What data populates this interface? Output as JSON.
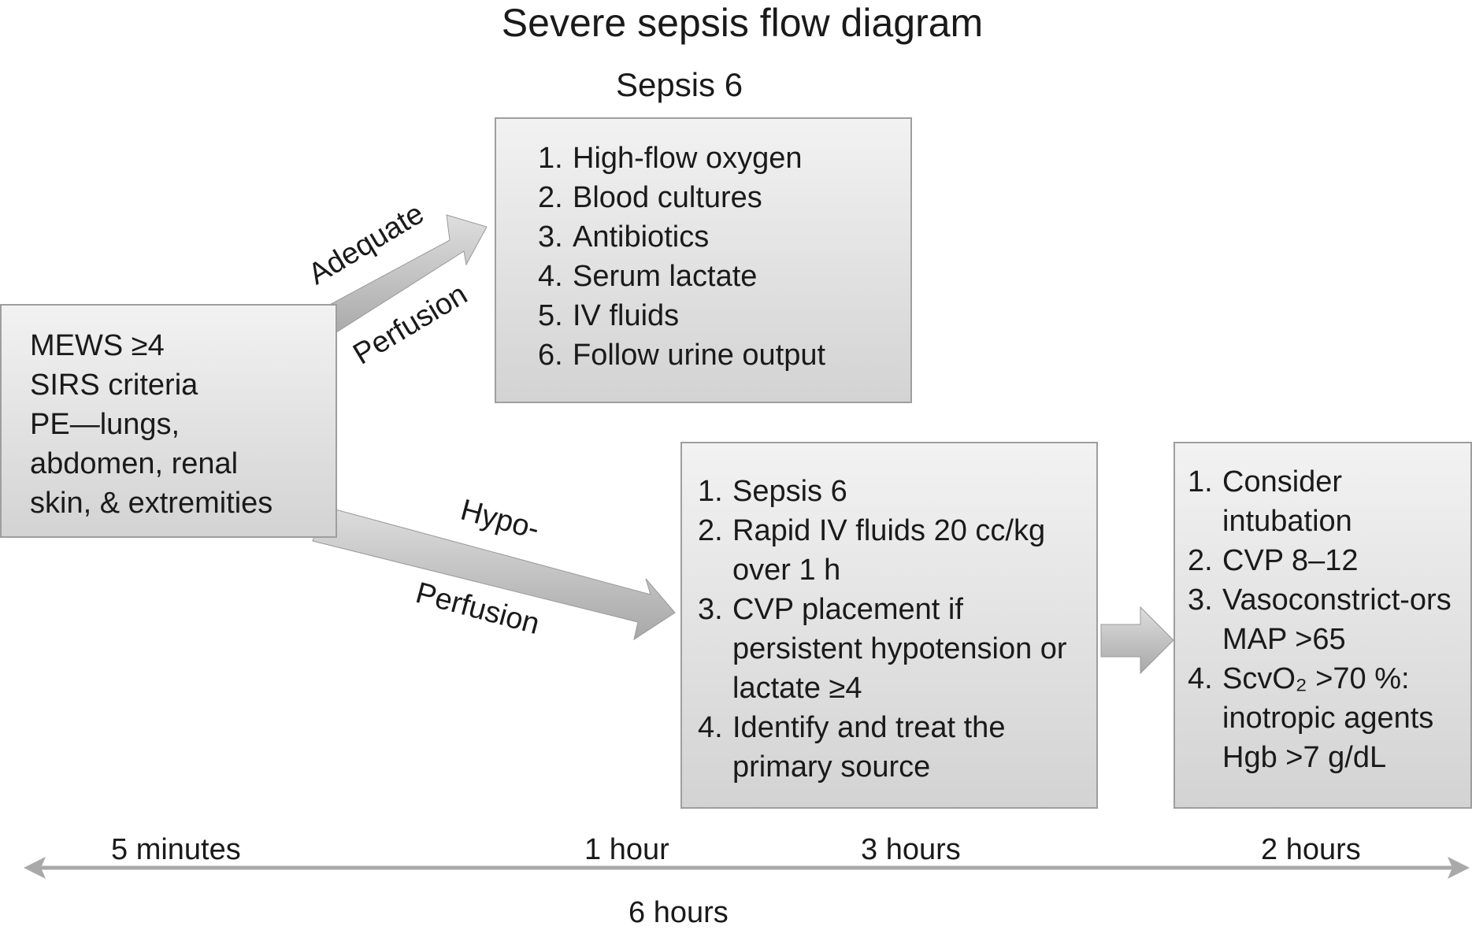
{
  "title": "Severe sepsis flow diagram",
  "subtitle": "Sepsis 6",
  "assessment_box": [
    "MEWS ≥4",
    "SIRS criteria",
    "PE—lungs,",
    "abdomen, renal",
    "skin, & extremities"
  ],
  "sepsis6_box": [
    {
      "num": "1.",
      "text": "High-flow oxygen"
    },
    {
      "num": "2.",
      "text": "Blood cultures"
    },
    {
      "num": "3.",
      "text": "Antibiotics"
    },
    {
      "num": "4.",
      "text": "Serum lactate"
    },
    {
      "num": "5.",
      "text": "IV fluids"
    },
    {
      "num": "6.",
      "text": "Follow urine output"
    }
  ],
  "hypoperfusion_box": [
    {
      "num": "1.",
      "text": "Sepsis 6"
    },
    {
      "num": "2.",
      "text": "Rapid IV fluids 20 cc/kg over 1 h"
    },
    {
      "num": "3.",
      "text": "CVP placement if persistent hypotension or lactate ≥4"
    },
    {
      "num": "4.",
      "text": "Identify and treat the primary source"
    }
  ],
  "escalation_box": [
    {
      "num": "1.",
      "text": "Consider intubation"
    },
    {
      "num": "2.",
      "text": "CVP 8–12"
    },
    {
      "num": "3.",
      "text": "Vasoconstrict-ors MAP >65"
    },
    {
      "num": "4.",
      "text": "ScvO₂ >70 %: inotropic agents Hgb >7 g/dL"
    }
  ],
  "arrow_labels": {
    "adequate_top": "Adequate",
    "adequate_bottom": "Perfusion",
    "hypo_top": "Hypo-",
    "hypo_bottom": "Perfusion"
  },
  "timeline": {
    "t1": "5 minutes",
    "t2": "1 hour",
    "t3": "3 hours",
    "t4": "2 hours",
    "total": "6 hours"
  },
  "colors": {
    "box_top": "#f2f2f2",
    "box_bottom": "#d3d3d3",
    "arrow": "#bdbdbd",
    "timeline": "#a9a9a9"
  }
}
